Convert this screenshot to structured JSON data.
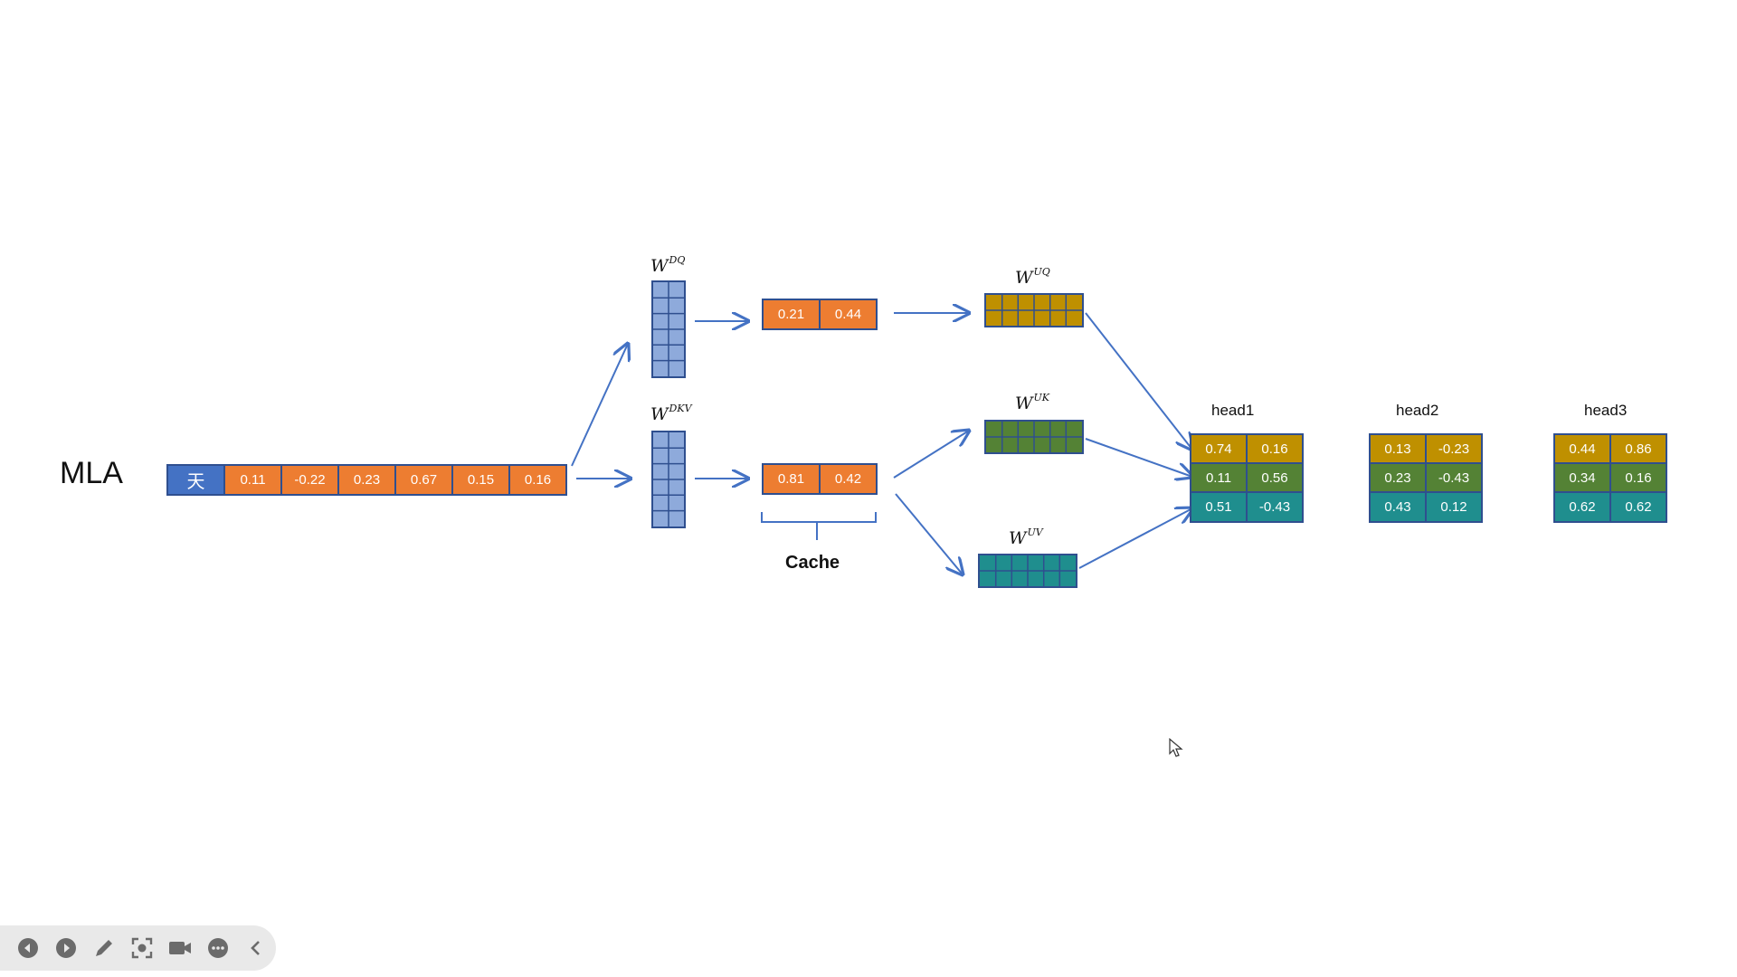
{
  "title": "MLA",
  "input": {
    "token": "天",
    "values": [
      "0.11",
      "-0.22",
      "0.23",
      "0.67",
      "0.15",
      "0.16"
    ]
  },
  "weights": {
    "dq": {
      "base": "W",
      "sup": "DQ"
    },
    "dkv": {
      "base": "W",
      "sup": "DKV"
    },
    "uq": {
      "base": "W",
      "sup": "UQ"
    },
    "uk": {
      "base": "W",
      "sup": "UK"
    },
    "uv": {
      "base": "W",
      "sup": "UV"
    }
  },
  "latent": {
    "q": [
      "0.21",
      "0.44"
    ],
    "kv": [
      "0.81",
      "0.42"
    ]
  },
  "cache_label": "Cache",
  "heads": [
    {
      "label": "head1",
      "rows": [
        [
          "0.74",
          "0.16"
        ],
        [
          "0.11",
          "0.56"
        ],
        [
          "0.51",
          "-0.43"
        ]
      ]
    },
    {
      "label": "head2",
      "rows": [
        [
          "0.13",
          "-0.23"
        ],
        [
          "0.23",
          "-0.43"
        ],
        [
          "0.43",
          "0.12"
        ]
      ]
    },
    {
      "label": "head3",
      "rows": [
        [
          "0.44",
          "0.86"
        ],
        [
          "0.34",
          "0.16"
        ],
        [
          "0.62",
          "0.62"
        ]
      ]
    }
  ],
  "colors": {
    "orange": "#ed7d31",
    "token_blue": "#4472c4",
    "matrix_blue": "#8eaadb",
    "ochre": "#bf9000",
    "green": "#548235",
    "teal": "#1f8e8e",
    "arrow": "#4472c4"
  },
  "toolbar": {
    "buttons": [
      "prev-icon",
      "next-icon",
      "pen-icon",
      "screenshot-icon",
      "camera-icon",
      "more-icon",
      "collapse-icon"
    ]
  }
}
